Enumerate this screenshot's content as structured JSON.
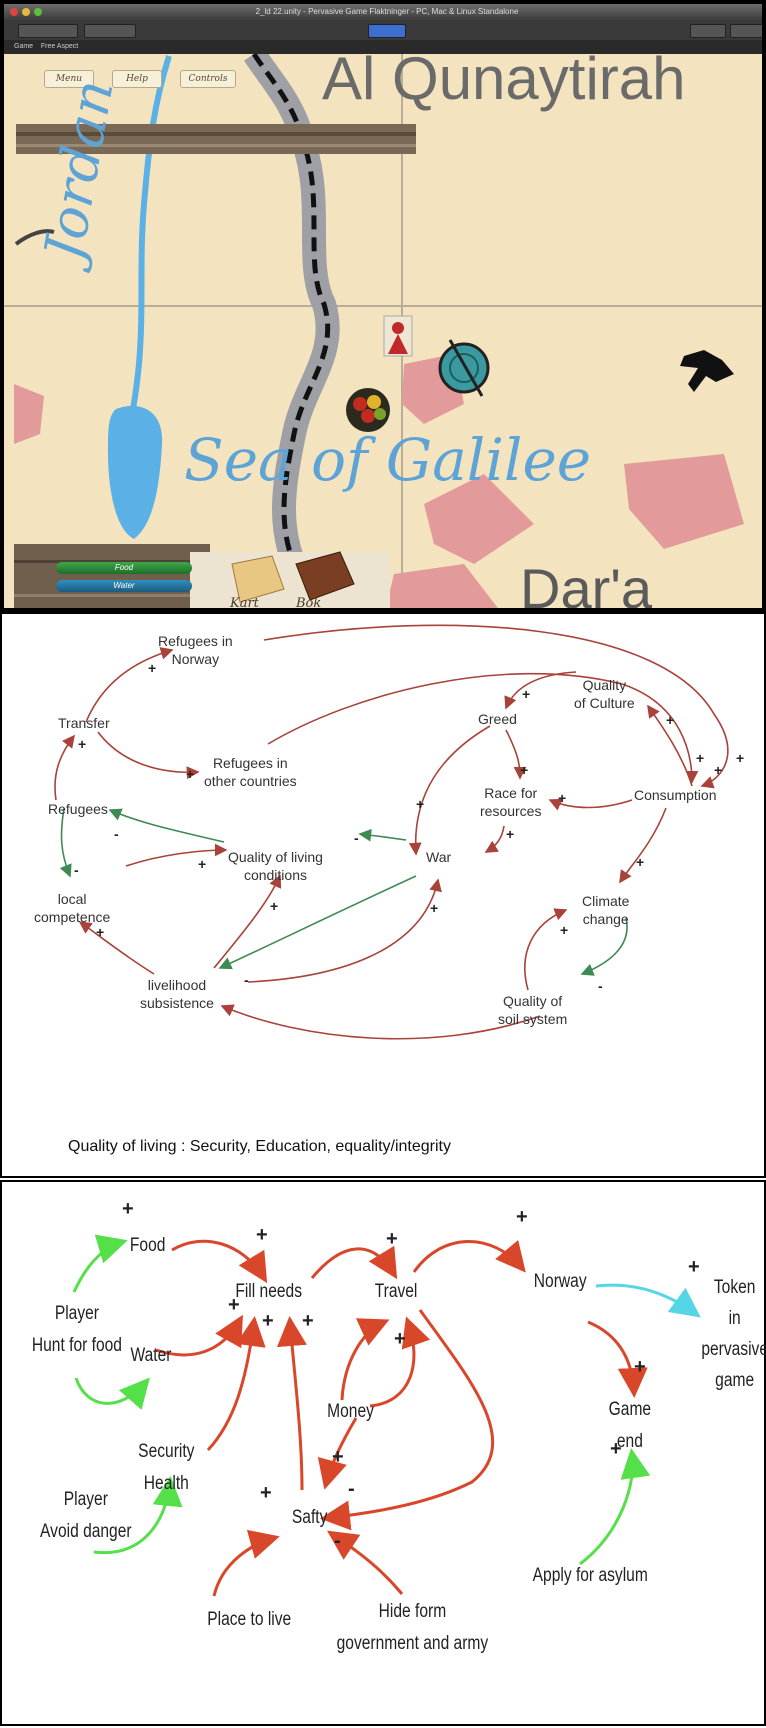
{
  "game": {
    "window_title": "2_ld 22.unity - Pervasive Game Flaktninger - PC, Mac & Linux Standalone",
    "view_tab": "Game",
    "view_aspect": "Free Aspect",
    "menu": {
      "menu_label": "Menu",
      "help_label": "Help",
      "controls_label": "Controls"
    },
    "map_labels": {
      "top_city": "Al Qunaytirah",
      "river": "Jordan",
      "lake": "Sea of Galilee",
      "bottom_city": "Dar'a"
    },
    "status": {
      "food_label": "Food",
      "water_label": "Water"
    },
    "inventory": {
      "map_label": "Kart",
      "book_label": "Bok"
    }
  },
  "cld1": {
    "nodes": {
      "refugees_norway": "Refugees in\nNorway",
      "transfer": "Transfer",
      "refugees_other": "Refugees in\nother countries",
      "refugees": "Refugees",
      "local_competence": "local\ncompetence",
      "quality_living": "Quality of living\nconditions",
      "war": "War",
      "greed": "Greed",
      "quality_culture": "Quality\nof Culture",
      "race_resources": "Race for\nresources",
      "consumption": "Consumption",
      "climate_change": "Climate\nchange",
      "livelihood": "livelihood\nsubsistence",
      "soil": "Quality of\nsoil system"
    },
    "caption": "Quality of living : Security, Education, equality/integrity",
    "colors": {
      "positive_link": "#a8423a",
      "negative_link": "#3f8a52"
    }
  },
  "cld2": {
    "nodes": {
      "food": "Food",
      "fill_needs": "Fill needs",
      "travel": "Travel",
      "norway": "Norway",
      "token": "Token\nin\npervasive\ngame",
      "player_hunt": "Player\nHunt for food",
      "water": "Water",
      "money": "Money",
      "game_end": "Game\nend",
      "security_health": "Security\nHealth",
      "player_avoid": "Player\nAvoid danger",
      "safty": "Safty",
      "apply_asylum": "Apply for asylum",
      "place_live": "Place to live",
      "hide_gov": "Hide form\ngovernment and army"
    },
    "colors": {
      "positive_link": "#d9472b",
      "player_link": "#55e04a",
      "token_link": "#55d6e6"
    }
  }
}
